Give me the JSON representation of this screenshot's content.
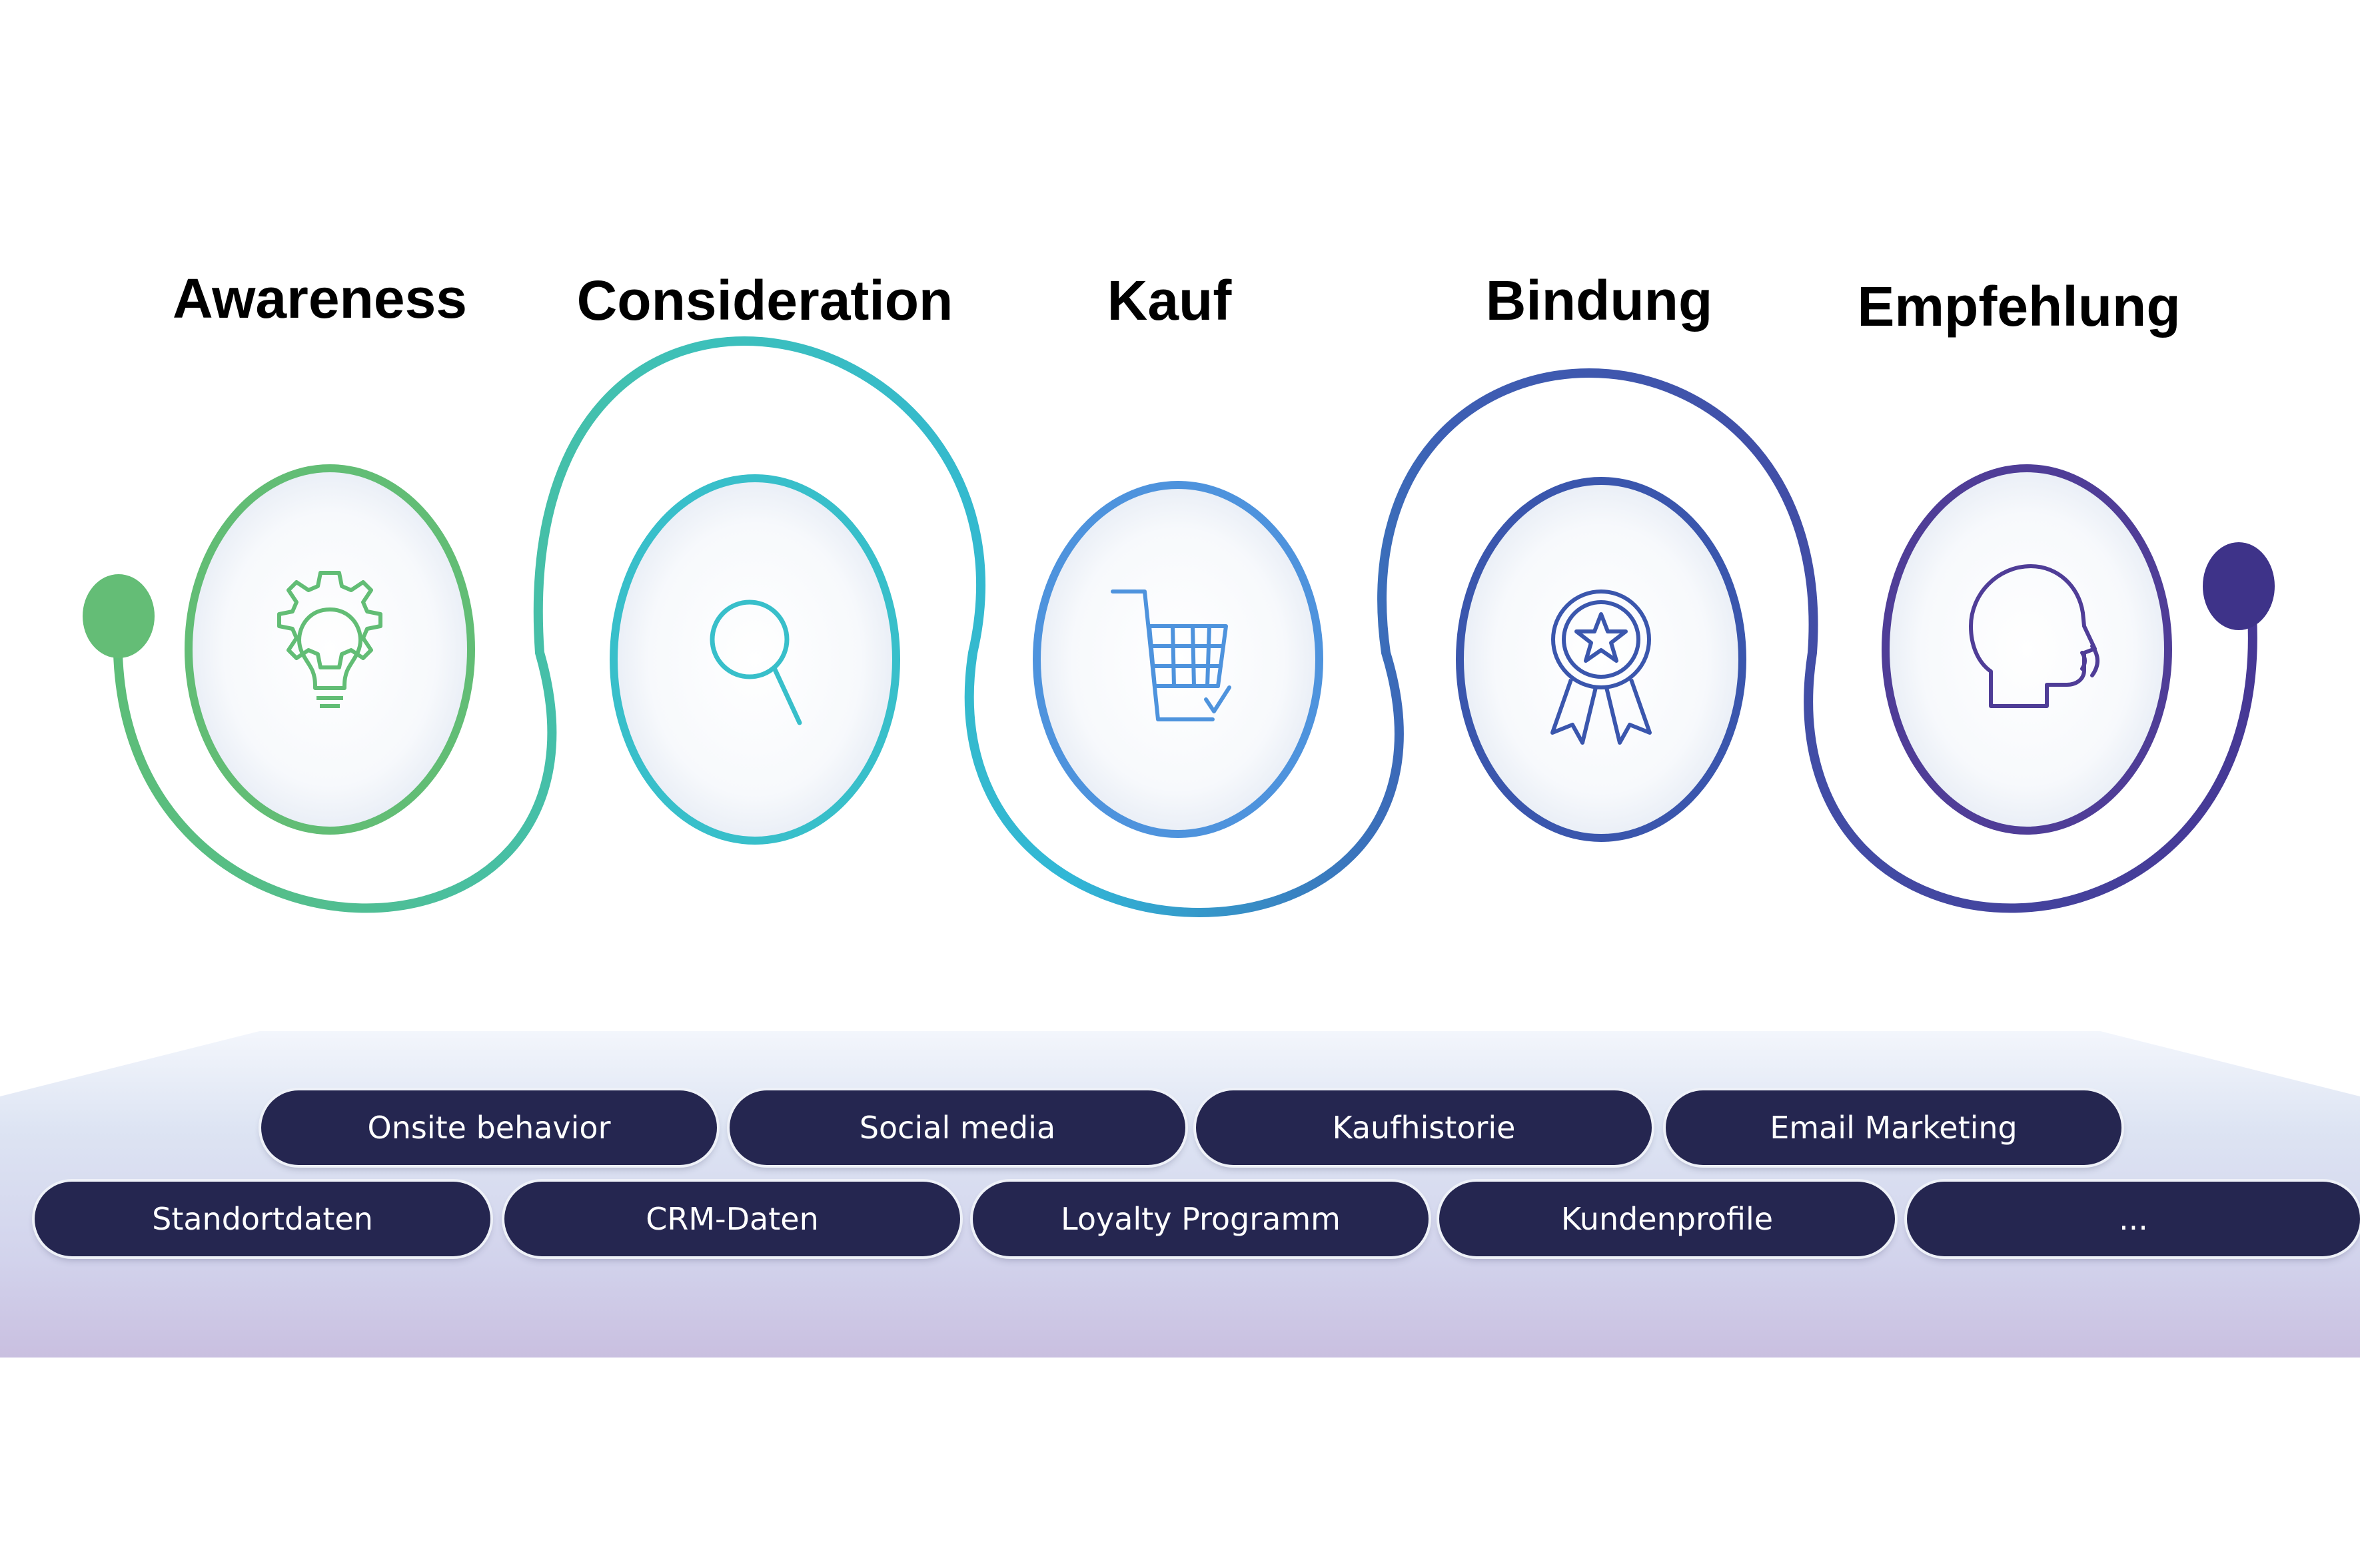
{
  "stages": [
    {
      "title": "Awareness",
      "icon": "lightbulb-gear-icon",
      "color": "#5dbb73"
    },
    {
      "title": "Consideration",
      "icon": "magnifier-icon",
      "color": "#38bfc9"
    },
    {
      "title": "Kauf",
      "icon": "shopping-cart-icon",
      "color": "#4e93dd"
    },
    {
      "title": "Bindung",
      "icon": "award-badge-icon",
      "color": "#3a56ad"
    },
    {
      "title": "Empfehlung",
      "icon": "speaking-head-icon",
      "color": "#4f3d97"
    }
  ],
  "data_sources": {
    "row1": [
      "Onsite behavior",
      "Social media",
      "Kaufhistorie",
      "Email Marketing"
    ],
    "row2": [
      "Standortdaten",
      "CRM-Daten",
      "Loyalty Programm",
      "Kundenprofile",
      "..."
    ]
  },
  "colors": {
    "path_start": "#5fbd74",
    "path_mid": "#31b7d6",
    "path_end": "#473794",
    "pill_bg": "#252650",
    "platform_top": "#e2e8f5",
    "platform_bottom": "#c9bfe0"
  }
}
